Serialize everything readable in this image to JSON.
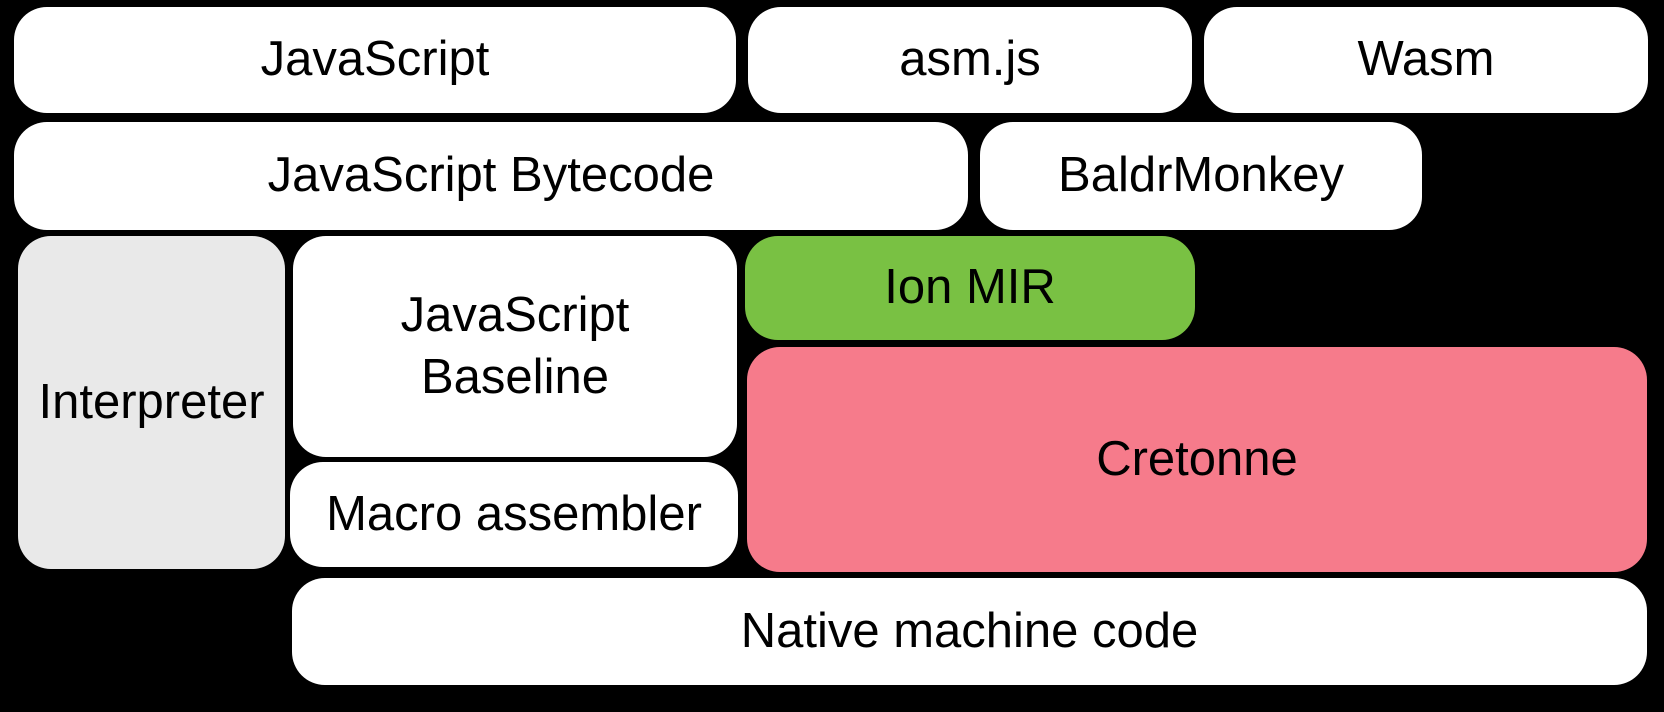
{
  "diagram": {
    "background_color": "#000000",
    "text_color": "#000000",
    "boxes": [
      {
        "id": "javascript",
        "label": "JavaScript",
        "color": "#ffffff"
      },
      {
        "id": "asmjs",
        "label": "asm.js",
        "color": "#ffffff"
      },
      {
        "id": "wasm",
        "label": "Wasm",
        "color": "#ffffff"
      },
      {
        "id": "javascript-bytecode",
        "label": "JavaScript Bytecode",
        "color": "#ffffff"
      },
      {
        "id": "baldrmonkey",
        "label": "BaldrMonkey",
        "color": "#ffffff"
      },
      {
        "id": "interpreter",
        "label": "Interpreter",
        "color": "#e9e9e9"
      },
      {
        "id": "javascript-baseline",
        "label": "JavaScript\nBaseline",
        "color": "#ffffff"
      },
      {
        "id": "ion-mir",
        "label": "Ion MIR",
        "color": "#79c143"
      },
      {
        "id": "cretonne",
        "label": "Cretonne",
        "color": "#f67b8b"
      },
      {
        "id": "macro-assembler",
        "label": "Macro assembler",
        "color": "#ffffff"
      },
      {
        "id": "native-machine-code",
        "label": "Native machine code",
        "color": "#ffffff"
      }
    ]
  }
}
